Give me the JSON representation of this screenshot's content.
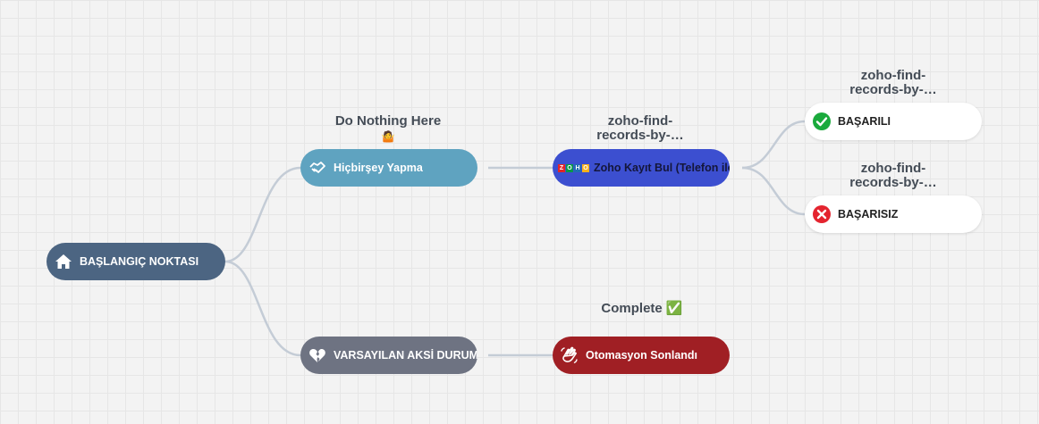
{
  "nodes": {
    "start": {
      "label": "BAŞLANGIÇ NOKTASI",
      "color": "#4c6582",
      "icon": "home-icon"
    },
    "nothing": {
      "label": "Hiçbirşey Yapma",
      "color": "#5fa3c0",
      "icon": "handshake-icon"
    },
    "zoho_find": {
      "label": "Zoho Kayıt Bul (Telefon ile)",
      "color": "#3c4fd0",
      "icon": "zoho-logo"
    },
    "success": {
      "label": "BAŞARILI",
      "color": "#ffffff",
      "icon": "check-circle-icon"
    },
    "fail": {
      "label": "BAŞARISIZ",
      "color": "#ffffff",
      "icon": "x-circle-icon"
    },
    "default": {
      "label": "VARSAYILAN AKSİ DURUM",
      "color": "#6e7382",
      "icon": "broken-heart-icon"
    },
    "end": {
      "label": "Otomasyon Sonlandı",
      "color": "#a01f24",
      "icon": "wave-hand-icon"
    }
  },
  "labels": {
    "nothing": {
      "line1": "Do Nothing Here",
      "emoji": "🤷"
    },
    "zoho_find": {
      "line1": "zoho-find-",
      "line2": "records-by-…"
    },
    "success": {
      "line1": "zoho-find-",
      "line2": "records-by-…"
    },
    "fail": {
      "line1": "zoho-find-",
      "line2": "records-by-…"
    },
    "end": {
      "line1": "Complete ✅"
    }
  },
  "zoho_letters": [
    "Z",
    "O",
    "H",
    "O"
  ],
  "colors": {
    "link": "#c4ccd6",
    "success": "#1aaa3c",
    "fail": "#e4242f"
  }
}
